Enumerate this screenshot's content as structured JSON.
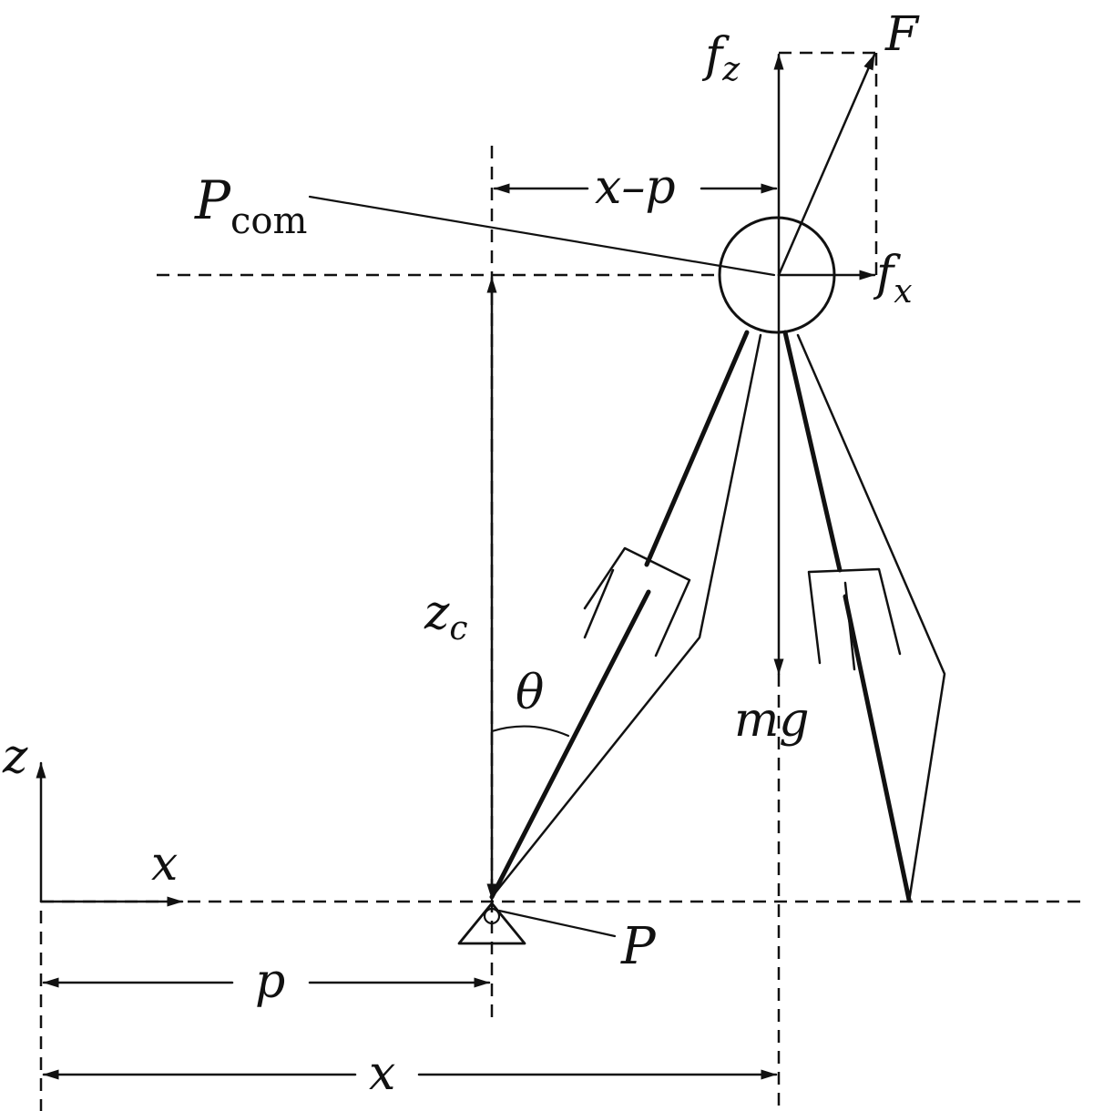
{
  "labels": {
    "fz_main": "f",
    "fz_sub": "z",
    "F": "F",
    "xp": "x–p",
    "pcom_main": "P",
    "pcom_sub": "com",
    "fx_main": "f",
    "fx_sub": "x",
    "zc_main": "z",
    "zc_sub": "c",
    "theta": "θ",
    "mg": "mg",
    "z_axis": "z",
    "x_axis": "x",
    "P": "P",
    "p_dim": "p",
    "x_dim": "x"
  },
  "colors": {
    "ink": "#111111",
    "background": "#ffffff"
  }
}
